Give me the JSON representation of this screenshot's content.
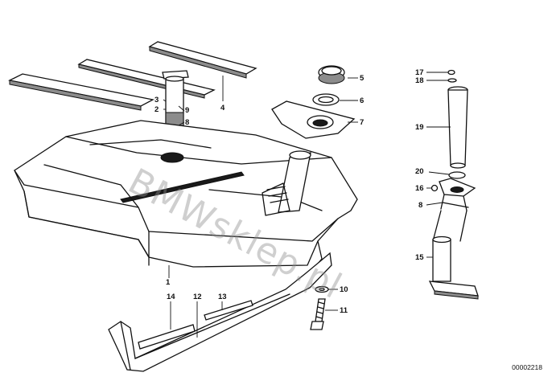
{
  "diagram": {
    "parts": {
      "p1": "1",
      "p2": "2",
      "p3": "3",
      "p4": "4",
      "p5": "5",
      "p6": "6",
      "p7": "7",
      "p8a": "8",
      "p8b": "8",
      "p9": "9",
      "p10": "10",
      "p11": "11",
      "p12": "12",
      "p13": "13",
      "p14": "14",
      "p15": "15",
      "p16": "16",
      "p17": "17",
      "p18": "18",
      "p19": "19",
      "p20": "20"
    },
    "watermark": "BMWsklep.pl",
    "drawing_code": "00002218"
  }
}
